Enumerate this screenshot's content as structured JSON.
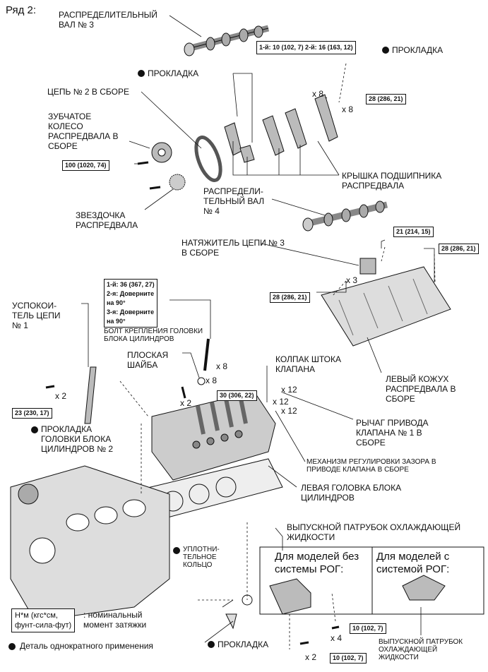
{
  "row_label": "Ряд 2:",
  "labels": {
    "camshaft3": "РАСПРЕДЕЛИТЕЛЬНЫЙ\nВАЛ № 3",
    "gasket_top_right": "ПРОКЛАДКА",
    "gasket_top": "ПРОКЛАДКА",
    "chain2": "ЦЕПЬ № 2 В СБОРЕ",
    "gear": "ЗУБЧАТОЕ\nКОЛЕСО\nРАСПРЕДВАЛА В\nСБОРЕ",
    "bearing_cap": "КРЫШКА ПОДШИПНИКА\nРАСПРЕДВАЛА",
    "camshaft4": "РАСПРЕДЕЛИ-\nТЕЛЬНЫЙ ВАЛ\n№ 4",
    "sprocket": "ЗВЕЗДОЧКА\nРАСПРЕДВАЛА",
    "tensioner3": "НАТЯЖИТЕЛЬ ЦЕПИ № 3\nВ СБОРЕ",
    "damper1": "УСПОКОИ-\nТЕЛЬ ЦЕПИ\n№ 1",
    "head_bolt": "БОЛТ КРЕПЛЕНИЯ ГОЛОВКИ\nБЛОКА ЦИЛИНДРОВ",
    "flat_washer": "ПЛОСКАЯ\nШАЙБА",
    "valve_cap": "КОЛПАК ШТОКА\nКЛАПАНА",
    "left_cam_housing": "ЛЕВЫЙ КОЖУХ\nРАСПРЕДВАЛА В\nСБОРЕ",
    "rocker_arm": "РЫЧАГ ПРИВОДА\nКЛАПАНА № 1 В\nСБОРЕ",
    "head_gasket2": "ПРОКЛАДКА\nГОЛОВКИ БЛОКА\nЦИЛИНДРОВ № 2",
    "lash_adjuster": "МЕХАНИЗМ РЕГУЛИРОВКИ ЗАЗОРА В\nПРИВОДЕ КЛАПАНА В СБОРЕ",
    "left_head": "ЛЕВАЯ ГОЛОВКА БЛОКА\nЦИЛИНДРОВ",
    "water_outlet": "ВЫПУСКНОЙ ПАТРУБОК ОХЛАЖДАЮЩЕЙ\nЖИДКОСТИ",
    "o_ring": "УПЛОТНИ-\nТЕЛЬНОЕ\nКОЛЬЦО",
    "gasket_bottom": "ПРОКЛАДКА",
    "water_outlet_bottom": "ВЫПУСКНОЙ ПАТРУБОК\nОХЛАЖДАЮЩЕЙ\nЖИДКОСТИ",
    "no_egr": "Для моделей без\nсистемы РОГ:",
    "with_egr": "Для моделей с\nсистемой РОГ:"
  },
  "torques": {
    "cap_bolts": "1-й: 10 (102, 7)\n2-й: 16 (163, 12)",
    "t28_top": "28 (286, 21)",
    "gear_bolt": "100 (1020, 74)",
    "t21": "21 (214, 15)",
    "t28_right": "28 (286, 21)",
    "t28_left": "28 (286, 21)",
    "head_bolt": "1-й: 36 (367, 27)\n2-я: Доверните\nна 90°\n3-я: Доверните\nна 90°",
    "t30": "30 (306, 22)",
    "t23": "23 (230, 17)",
    "t10a": "10 (102, 7)",
    "t10b": "10 (102, 7)"
  },
  "counts": {
    "x8_caps": "x 8",
    "x8_bolts": "x 8",
    "x3": "x 3",
    "x8_hb": "x 8",
    "x8_w": "x 8",
    "x2_head": "x 2",
    "x12a": "x 12",
    "x12b": "x 12",
    "x12c": "x 12",
    "x2_damper": "x 2",
    "x4": "x 4",
    "x2_bottom": "x 2"
  },
  "legend": {
    "torque_box": "Н*м (кгс*см,\nфунт-сила-фут)",
    "torque_desc": ": номинальный\nмомент затяжки",
    "single_use": "Деталь однократного применения"
  }
}
